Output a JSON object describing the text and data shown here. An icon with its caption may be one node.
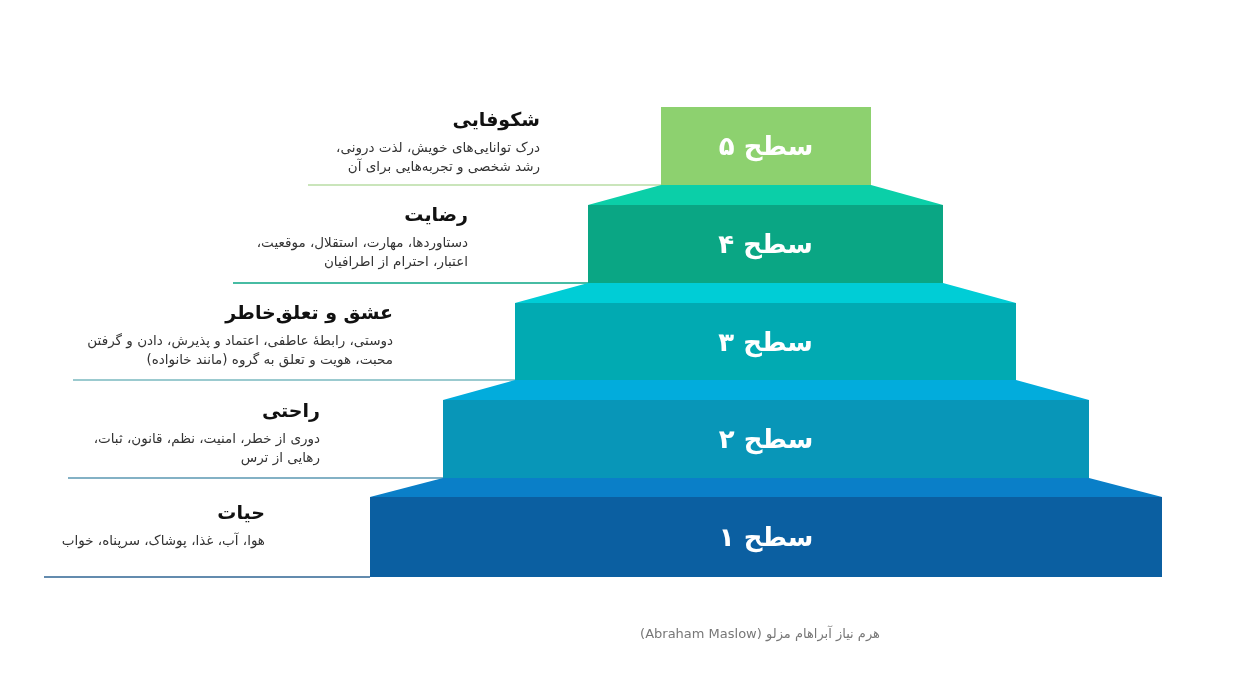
{
  "diagram": {
    "caption": "هرم نیاز آبراهام مزلو (Abraham Maslow)",
    "nodes": [
      {
        "text": [
          "سطح ۵"
        ],
        "beside": [
          "شکوفایی",
          "درک توانایی‌های خویش، لذت درونی، رشد شخصی و تجربه‌هایی برای آن"
        ]
      },
      {
        "text": [
          "سطح ۴"
        ],
        "beside": [
          "رضایت",
          "دستاوردها، مهارت، استقلال، موقعیت، اعتبار، احترام از اطرافیان"
        ]
      },
      {
        "text": [
          "سطح ۳"
        ],
        "beside": [
          "عشق و تعلق‌خاطر",
          "دوستی، رابطهٔ عاطفی، اعتماد و پذیرش، دادن و گرفتن محبت، هویت و تعلق به گروه (مانند خانواده)"
        ]
      },
      {
        "text": [
          "سطح ۲"
        ],
        "beside": [
          "راحتی",
          "دوری از خطر، امنیت، نظم، قانون، ثبات، رهایی از ترس"
        ]
      },
      {
        "text": [
          "سطح ۱"
        ],
        "beside": [
          "حیات",
          "هوا، آب، غذا، پوشاک، سرپناه، خواب"
        ]
      }
    ],
    "edges": []
  }
}
